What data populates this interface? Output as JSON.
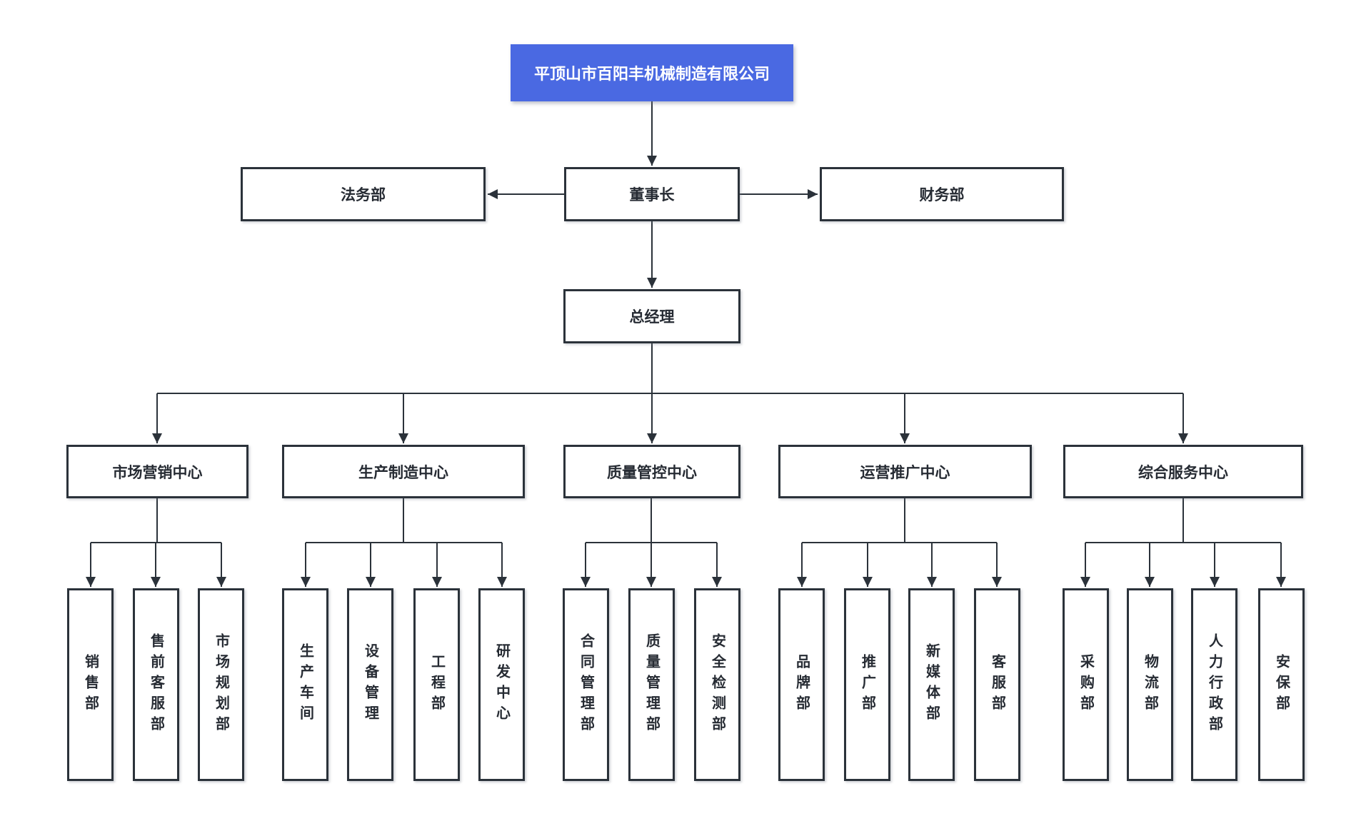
{
  "nodes": {
    "root": "平顶山市百阳丰机械制造有限公司",
    "legal": "法务部",
    "chairman": "董事长",
    "finance": "财务部",
    "general_manager": "总经理"
  },
  "centers": [
    {
      "label": "市场营销中心",
      "departments": [
        "销售部",
        "售前客服部",
        "市场规划部"
      ]
    },
    {
      "label": "生产制造中心",
      "departments": [
        "生产车间",
        "设备管理",
        "工程部",
        "研发中心"
      ]
    },
    {
      "label": "质量管控中心",
      "departments": [
        "合同管理部",
        "质量管理部",
        "安全检测部"
      ]
    },
    {
      "label": "运营推广中心",
      "departments": [
        "品牌部",
        "推广部",
        "新媒体部",
        "客服部"
      ]
    },
    {
      "label": "综合服务中心",
      "departments": [
        "采购部",
        "物流部",
        "人力行政部",
        "安保部"
      ]
    }
  ],
  "colors": {
    "root_bg": "#4a69e2",
    "root_text": "#ffffff",
    "line": "#2b323a",
    "box_border": "#2b323a",
    "box_bg": "#ffffff",
    "text": "#262b33",
    "background": "#ffffff"
  }
}
